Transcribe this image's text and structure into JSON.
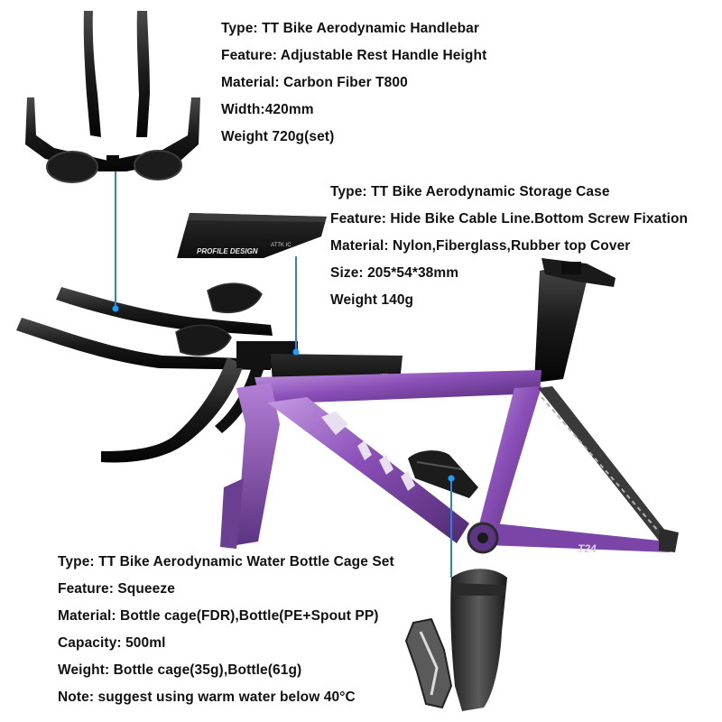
{
  "handlebar_spec": {
    "lines": [
      "Type: TT Bike Aerodynamic Handlebar",
      "Feature: Adjustable Rest Handle Height",
      "Material: Carbon Fiber T800",
      "Width:420mm",
      "Weight 720g(set)"
    ]
  },
  "storage_spec": {
    "lines": [
      "Type: TT Bike Aerodynamic Storage Case",
      "Feature: Hide Bike Cable Line.Bottom Screw Fixation",
      "Material: Nylon,Fiberglass,Rubber top Cover",
      "Size: 205*54*38mm",
      "Weight 140g"
    ]
  },
  "bottle_spec": {
    "lines": [
      "Type: TT Bike Aerodynamic Water Bottle Cage Set",
      "Feature: Squeeze",
      "Material: Bottle cage(FDR),Bottle(PE+Spout PP)",
      "Capacity: 500ml",
      "Weight: Bottle cage(35g),Bottle(61g)",
      "Note: suggest using warm water below 40°C"
    ]
  },
  "product_marks": {
    "case_brand": "PROFILE DESIGN",
    "case_model": "ATTK IC"
  },
  "colors": {
    "frame_purple": "#8a4fb8",
    "frame_purple_light": "#b88ad6",
    "carbon_black": "#141414",
    "carbon_gray": "#3a3a3a",
    "callout_blue": "#2f7fe0",
    "callout_dot": "#1aa0ff"
  }
}
